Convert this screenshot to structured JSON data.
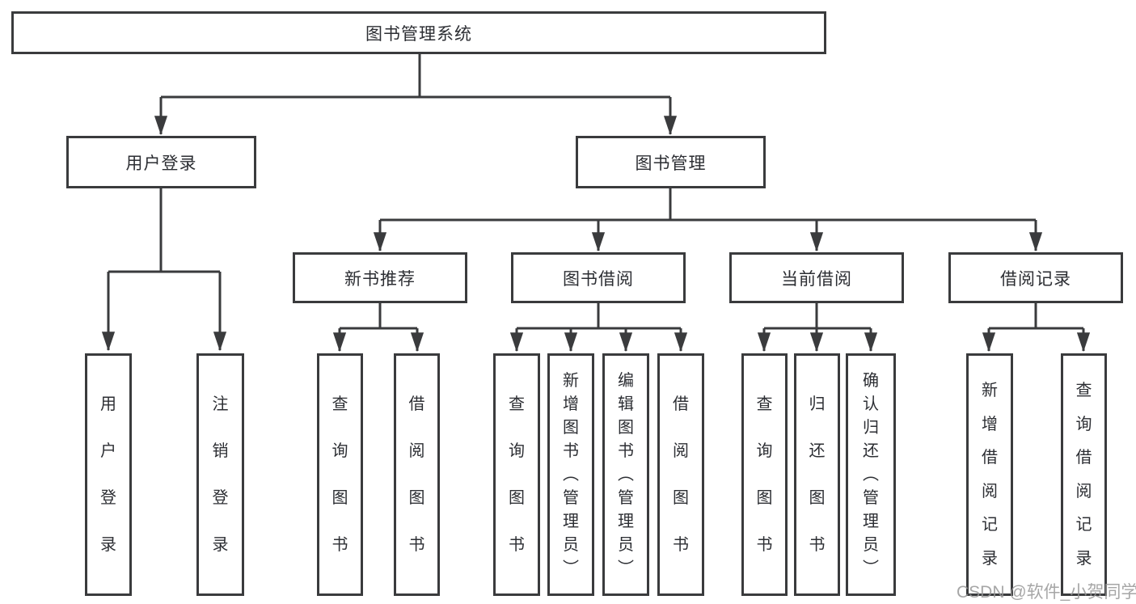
{
  "tree": {
    "root": "图书管理系统",
    "branches": [
      {
        "label": "用户登录",
        "children": [
          {
            "label": "用户登录"
          },
          {
            "label": "注销登录"
          }
        ]
      },
      {
        "label": "图书管理",
        "children": [
          {
            "label": "新书推荐",
            "children": [
              {
                "label": "查询图书"
              },
              {
                "label": "借阅图书"
              }
            ]
          },
          {
            "label": "图书借阅",
            "children": [
              {
                "label": "查询图书"
              },
              {
                "label": "新增图书（管理员）"
              },
              {
                "label": "编辑图书（管理员）"
              },
              {
                "label": "借阅图书"
              }
            ]
          },
          {
            "label": "当前借阅",
            "children": [
              {
                "label": "查询图书"
              },
              {
                "label": "归还图书"
              },
              {
                "label": "确认归还（管理员）"
              }
            ]
          },
          {
            "label": "借阅记录",
            "children": [
              {
                "label": "新增借阅记录"
              },
              {
                "label": "查询借阅记录"
              }
            ]
          }
        ]
      }
    ]
  },
  "watermark": "CSDN @软件_小贺同学",
  "colors": {
    "line": "#3a3b3d",
    "box_border": "#3a3b3d",
    "text": "#2c2e33",
    "watermark": "#969696",
    "background": "#ffffff"
  }
}
